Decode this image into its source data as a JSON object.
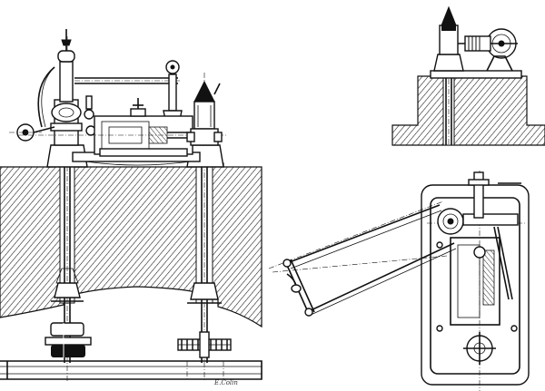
{
  "figure": {
    "views": [
      "front-elevation",
      "side-elevation",
      "plan-view"
    ],
    "colors": {
      "ink": "#111111",
      "paper": "#ffffff"
    },
    "signature": "E.Colin"
  }
}
